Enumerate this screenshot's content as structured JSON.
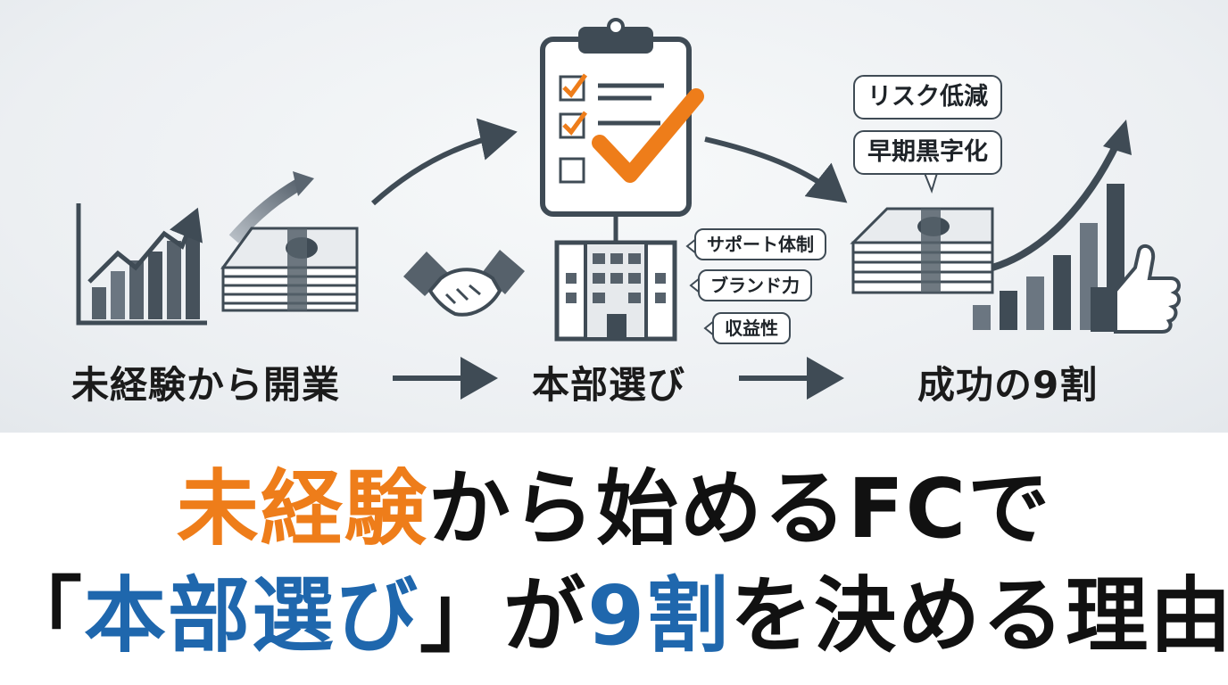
{
  "colors": {
    "orange_accent": "#ee7d1a",
    "blue_accent": "#1f67ad",
    "slate_icon": "#3f4b55",
    "text_dark": "#111111"
  },
  "icons": {
    "left_chart": "rising-bar-chart-icon",
    "left_money": "money-stack-icon",
    "handshake": "handshake-icon",
    "clipboard": "checklist-clipboard-icon",
    "building": "office-building-icon",
    "right_money": "money-stack-icon",
    "right_chart": "growth-bar-chart-icon",
    "thumbs_up": "thumbs-up-icon"
  },
  "stages": {
    "start": "未経験から開業",
    "middle": "本部選び",
    "end": "成功の9割"
  },
  "support_tags": [
    "サポート体制",
    "ブランド力",
    "収益性"
  ],
  "outcome_tags": [
    "リスク低減",
    "早期黒字化"
  ],
  "headline": {
    "line1": {
      "accent": "未経験",
      "rest": "から始めるFCで"
    },
    "line2": {
      "open_bracket": "「",
      "accent1": "本部選び",
      "close_bracket": "」",
      "mid": "が",
      "accent2": "9割",
      "rest": "を決める理由"
    }
  }
}
